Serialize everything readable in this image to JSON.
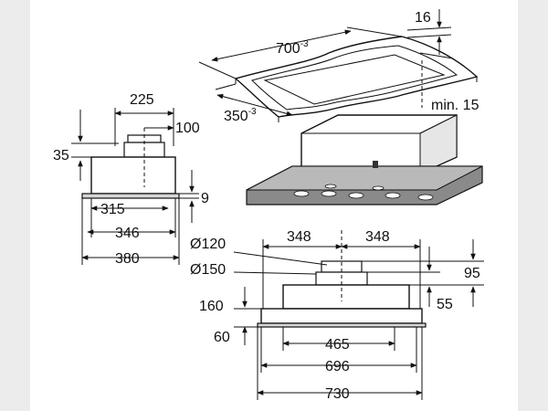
{
  "colors": {
    "background": "#ececec",
    "sheet": "#ffffff",
    "ink": "#111111",
    "filter_grey": "#8a8a8a",
    "body_grey": "#d6d6d6"
  },
  "top_view": {
    "width": "700",
    "width_tol": "-3",
    "depth": "350",
    "depth_tol": "-3",
    "frame_height": "16",
    "min_gap": "min. 15"
  },
  "side_view": {
    "overall_depth": "225",
    "duct_offset": "100",
    "duct_height": "35",
    "flange_height": "9",
    "inner_depth": "315",
    "body_depth": "346",
    "flange_depth": "380"
  },
  "front_view": {
    "half_width_left": "348",
    "half_width_right": "348",
    "duct_diameter_inner": "Ø120",
    "duct_diameter_outer": "Ø150",
    "total_height": "95",
    "flange_offset": "55",
    "body_height": "160",
    "base_height": "60",
    "inner_width": "465",
    "body_width": "696",
    "flange_width": "730"
  }
}
